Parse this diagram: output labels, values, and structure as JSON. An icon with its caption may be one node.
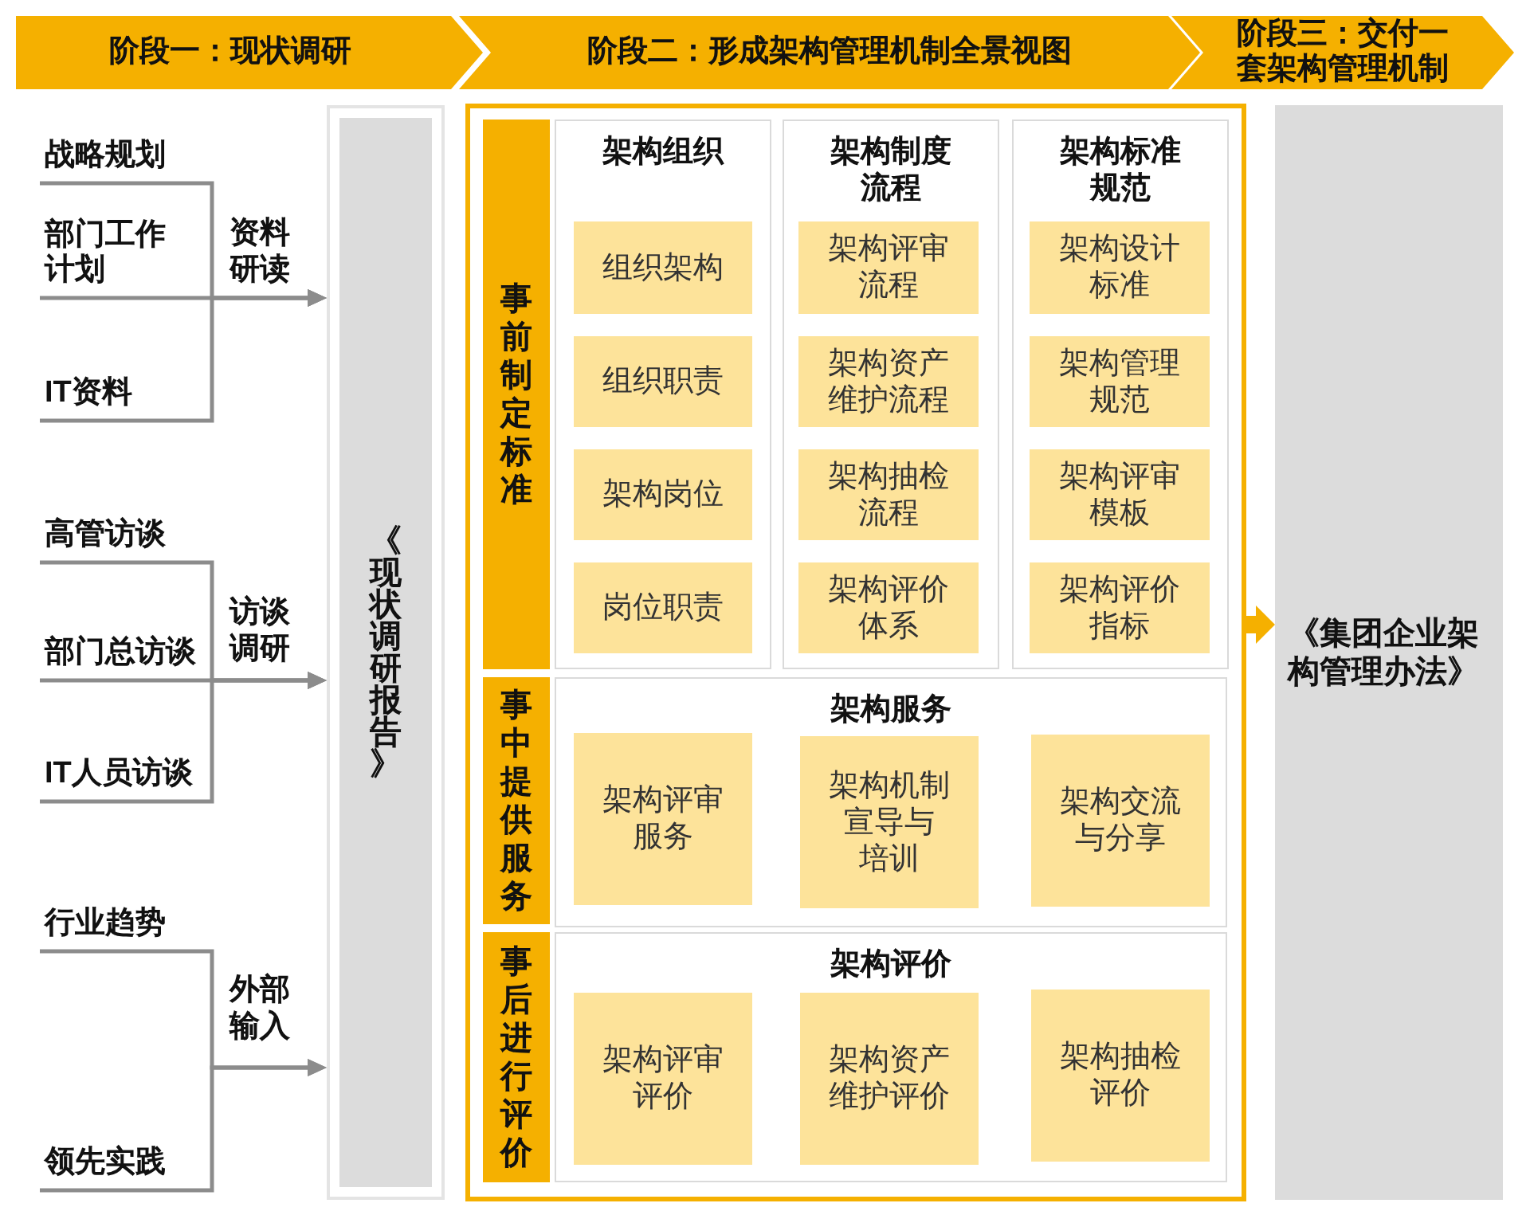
{
  "diagram": {
    "nodes": [
      {
        "text": [
          "阶段一：现状调研"
        ]
      },
      {
        "text": [
          "阶段二：形成架构管理机制全景视图"
        ]
      },
      {
        "text": [
          "阶段三：交付一套架构管理机制"
        ]
      },
      {
        "text": [
          "战略规划"
        ]
      },
      {
        "text": [
          "部门工作计划"
        ]
      },
      {
        "text": [
          "IT资料"
        ]
      },
      {
        "text": [
          "高管访谈"
        ]
      },
      {
        "text": [
          "部门总访谈"
        ]
      },
      {
        "text": [
          "IT人员访谈"
        ]
      },
      {
        "text": [
          "行业趋势"
        ]
      },
      {
        "text": [
          "领先实践"
        ]
      },
      {
        "text": [
          "《现状调研报告》"
        ]
      },
      {
        "text": [],
        "shape": "box"
      },
      {
        "text": [
          "事前制定标准"
        ],
        "in": 12
      },
      {
        "text": [
          "架构组织"
        ],
        "in": 12
      },
      {
        "text": [
          "组织架构"
        ],
        "in": 14
      },
      {
        "text": [
          "组织职责"
        ],
        "in": 14
      },
      {
        "text": [
          "架构岗位"
        ],
        "in": 14
      },
      {
        "text": [
          "岗位职责"
        ],
        "in": 14
      },
      {
        "text": [
          "架构制度流程"
        ],
        "in": 12
      },
      {
        "text": [
          "架构评审流程"
        ],
        "in": 19
      },
      {
        "text": [
          "架构资产维护流程"
        ],
        "in": 19
      },
      {
        "text": [
          "架构抽检流程"
        ],
        "in": 19
      },
      {
        "text": [
          "架构评价体系"
        ],
        "in": 19
      },
      {
        "text": [
          "架构标准规范"
        ],
        "in": 12
      },
      {
        "text": [
          "架构设计标准"
        ],
        "in": 24
      },
      {
        "text": [
          "架构管理规范"
        ],
        "in": 24
      },
      {
        "text": [
          "架构评审模板"
        ],
        "in": 24
      },
      {
        "text": [
          "架构评价指标"
        ],
        "in": 24
      },
      {
        "text": [
          "事中提供服务"
        ],
        "in": 12
      },
      {
        "text": [
          "架构服务"
        ],
        "in": 12
      },
      {
        "text": [
          "架构评审服务"
        ],
        "in": 30
      },
      {
        "text": [
          "架构机制宣导与培训"
        ],
        "in": 30
      },
      {
        "text": [
          "架构交流与分享"
        ],
        "in": 30
      },
      {
        "text": [
          "事后进行评价"
        ],
        "in": 12
      },
      {
        "text": [
          "架构评价"
        ],
        "in": 12
      },
      {
        "text": [
          "架构评审评价"
        ],
        "in": 35
      },
      {
        "text": [
          "架构资产维护评价"
        ],
        "in": 35
      },
      {
        "text": [
          "架构抽检评价"
        ],
        "in": 35
      },
      {
        "text": [
          "《集团企业架构管理办法》"
        ]
      }
    ],
    "edges": [
      {
        "from": 3,
        "to": 11,
        "arrow": "to"
      },
      {
        "from": 4,
        "to": 11,
        "arrow": "to",
        "label": "资料研读"
      },
      {
        "from": 5,
        "to": 11,
        "arrow": "to"
      },
      {
        "from": 6,
        "to": 11,
        "arrow": "to"
      },
      {
        "from": 7,
        "to": 11,
        "arrow": "to",
        "label": "访谈调研"
      },
      {
        "from": 8,
        "to": 11,
        "arrow": "to"
      },
      {
        "from": 9,
        "to": 11,
        "arrow": "to",
        "label": "外部输入"
      },
      {
        "from": 10,
        "to": 11,
        "arrow": "to"
      },
      {
        "from": 12,
        "to": 39,
        "arrow": "to",
        "style": "thick",
        "color": "#f5b000"
      }
    ]
  }
}
